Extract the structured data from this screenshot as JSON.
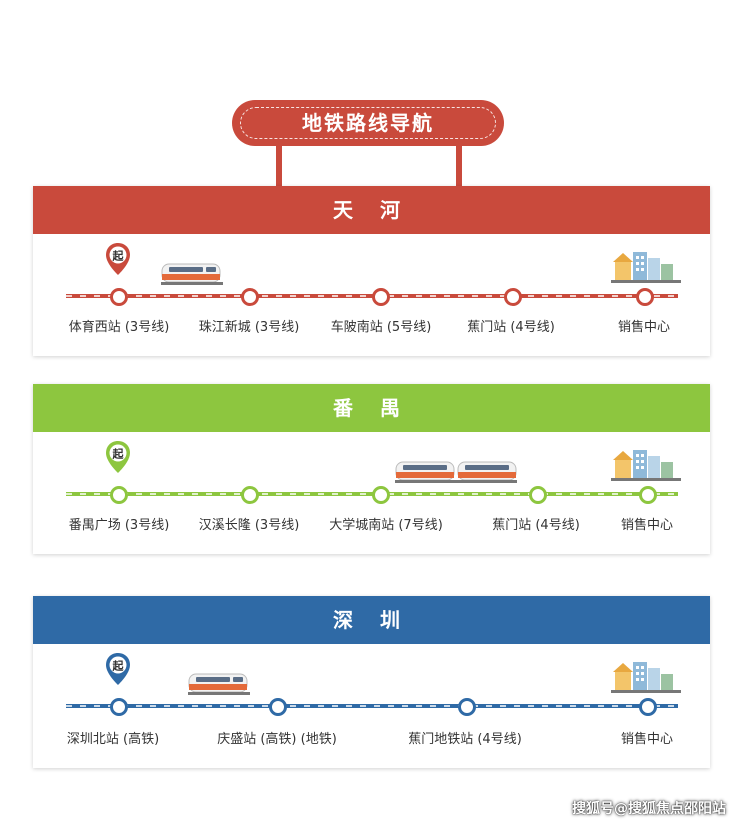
{
  "title": "地铁路线导航",
  "routes": [
    {
      "name": "天 河",
      "color": "#c94a3c",
      "start_marker": "起",
      "stations": [
        "体育西站 (3号线)",
        "珠江新城 (3号线)",
        "车陂南站 (5号线)",
        "蕉门站 (4号线)",
        "销售中心"
      ]
    },
    {
      "name": "番 禺",
      "color": "#8dc63f",
      "start_marker": "起",
      "stations": [
        "番禺广场 (3号线)",
        "汉溪长隆 (3号线)",
        "大学城南站 (7号线)",
        "蕉门站 (4号线)",
        "销售中心"
      ]
    },
    {
      "name": "深 圳",
      "color": "#2f6aa6",
      "start_marker": "起",
      "stations": [
        "深圳北站 (高铁)",
        "庆盛站 (高铁) (地铁)",
        "蕉门地铁站 (4号线)",
        "销售中心"
      ]
    }
  ],
  "watermark": "搜狐号@搜狐焦点邵阳站",
  "icons": [
    "location-pin-icon",
    "train-icon",
    "building-icon"
  ]
}
